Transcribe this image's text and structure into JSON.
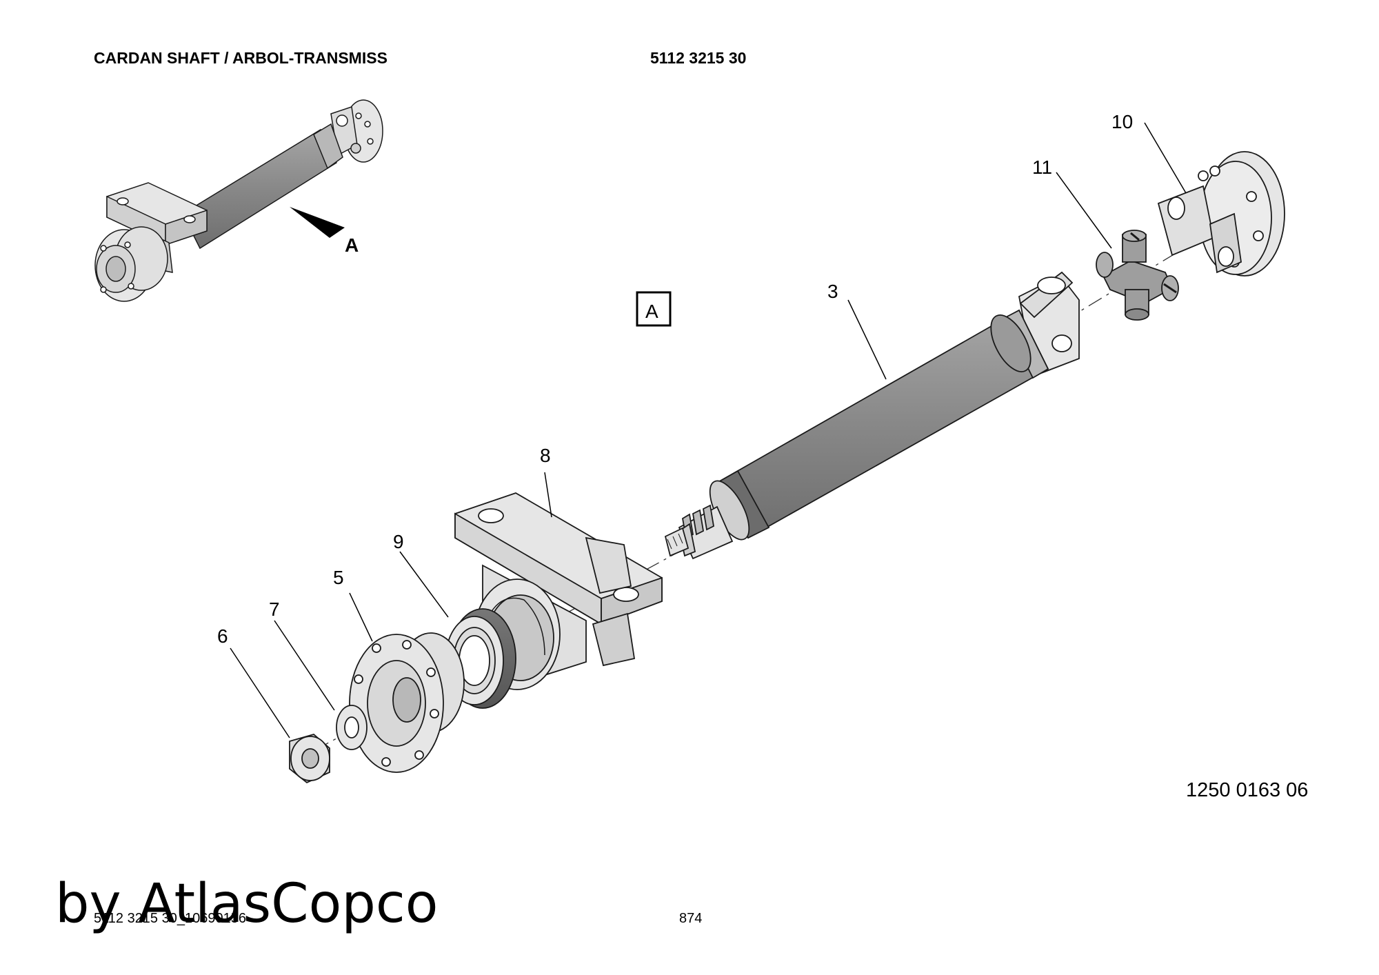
{
  "header": {
    "title": "CARDAN SHAFT / ARBOL-TRANSMISS",
    "part_number": "5112 3215 30"
  },
  "drawing": {
    "view_label": "A",
    "arrow_label": "A",
    "callouts": [
      "3",
      "5",
      "6",
      "7",
      "8",
      "9",
      "10",
      "11"
    ],
    "drawing_number": "1250 0163 06"
  },
  "footer": {
    "file_ref": "5112 3215 30_10690156",
    "page_number": "874",
    "watermark": "by AtlasCopco"
  },
  "colors": {
    "tube": "#8a8a8a",
    "part_fill": "#e6e6e6",
    "outline": "#1a1a1a"
  }
}
